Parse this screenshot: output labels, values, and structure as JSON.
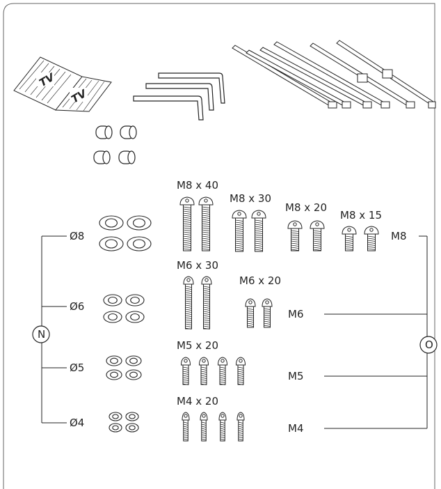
{
  "left_group": {
    "marker": "N",
    "washers": [
      {
        "label": "Ø8"
      },
      {
        "label": "Ø6"
      },
      {
        "label": "Ø5"
      },
      {
        "label": "Ø4"
      }
    ]
  },
  "right_group": {
    "marker": "O",
    "bolt_classes": [
      {
        "label": "M8"
      },
      {
        "label": "M6"
      },
      {
        "label": "M5"
      },
      {
        "label": "M4"
      }
    ]
  },
  "screw_sizes": [
    {
      "label": "M8 x 40"
    },
    {
      "label": "M8 x 30"
    },
    {
      "label": "M8 x 20"
    },
    {
      "label": "M8 x 15"
    },
    {
      "label": "M6 x 30"
    },
    {
      "label": "M6 x 20"
    },
    {
      "label": "M5 x 20"
    },
    {
      "label": "M4 x 20"
    }
  ],
  "manual": {
    "page_left": "TV",
    "page_right": "TV"
  },
  "colors": {
    "line": "#222222",
    "frame": "#666666"
  }
}
